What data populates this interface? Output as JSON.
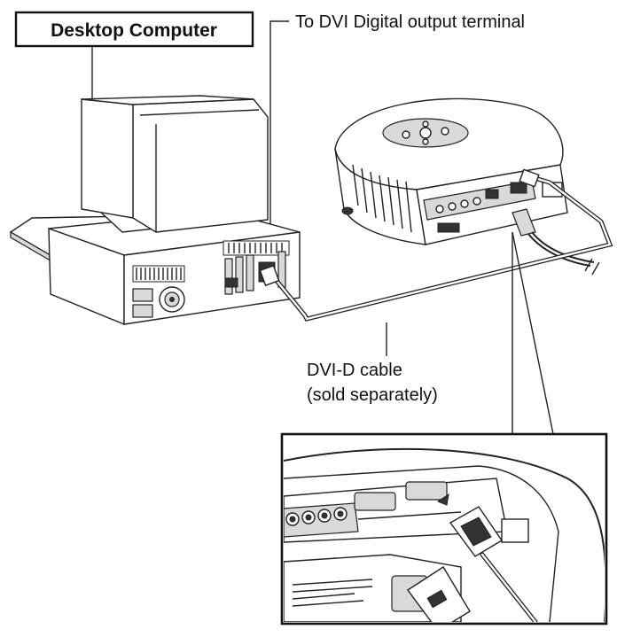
{
  "labels": {
    "computer": "Desktop Computer",
    "terminal": "To DVI Digital output terminal",
    "cable_line1": "DVI-D cable",
    "cable_line2": "(sold separately)"
  },
  "colors": {
    "line": "#222222",
    "fill_light": "#d9d9d9",
    "fill_dark": "#333333",
    "background": "#ffffff"
  },
  "icons": [
    "desktop-computer-icon",
    "projector-icon",
    "dvi-cable-icon",
    "dvi-connector-closeup-icon"
  ]
}
